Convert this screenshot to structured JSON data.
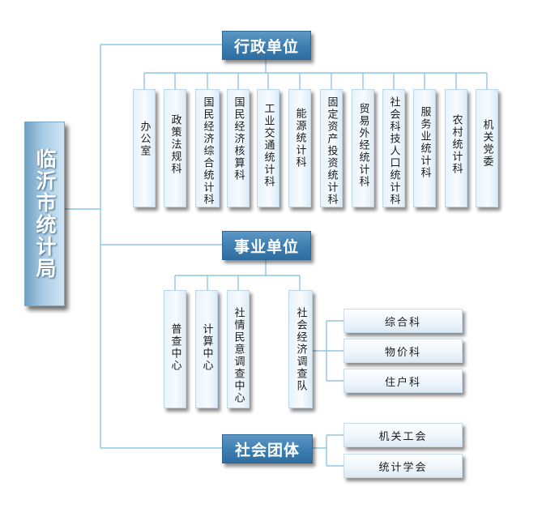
{
  "org_chart": {
    "root": "临沂市统计局",
    "categories": [
      {
        "label": "行政单位",
        "units": [
          "办公室",
          "政策法规科",
          "国民经济综合统计科",
          "国民经济核算科",
          "工业交通统计科",
          "能源统计科",
          "固定资产投资统计科",
          "贸易外经统计科",
          "社会科技人口统计科",
          "服务业统计科",
          "农村统计科",
          "机关党委"
        ]
      },
      {
        "label": "事业单位",
        "units": [
          "普查中心",
          "计算中心",
          "社情民意调查中心",
          "社会经济调查队"
        ],
        "sub_units": [
          "综合科",
          "物价科",
          "住户科"
        ]
      },
      {
        "label": "社会团体",
        "units": [
          "机关工会",
          "统计学会"
        ]
      }
    ]
  },
  "colors": {
    "connector": "#8fc6e4",
    "category_fill": "#3e7fb3",
    "root_fill": "#a8cbe4",
    "box_fill": "#f0f7fc"
  }
}
